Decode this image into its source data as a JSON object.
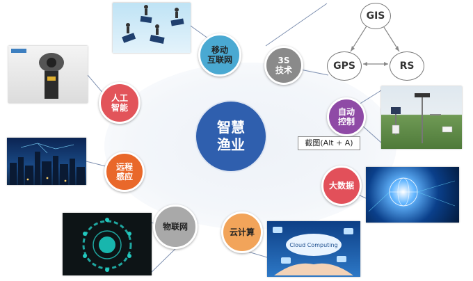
{
  "center": {
    "label": "智慧\n渔业",
    "color": "#2f5fae"
  },
  "nodes": [
    {
      "id": "mobile-internet",
      "label": "移动\n互联网",
      "color": "#4aa9d2",
      "text_color": "#222222"
    },
    {
      "id": "3s-tech",
      "label": "3S\n技术",
      "color": "#8a8a8a",
      "text_color": "#ffffff"
    },
    {
      "id": "auto-control",
      "label": "自动\n控制",
      "color": "#8f4aa6",
      "text_color": "#ffffff"
    },
    {
      "id": "big-data",
      "label": "大数据",
      "color": "#e2505a",
      "text_color": "#ffffff"
    },
    {
      "id": "cloud-computing",
      "label": "云计算",
      "color": "#f2a45a",
      "text_color": "#222222"
    },
    {
      "id": "iot",
      "label": "物联网",
      "color": "#a9a9a9",
      "text_color": "#222222"
    },
    {
      "id": "remote-sensing",
      "label": "远程\n感应",
      "color": "#e9682a",
      "text_color": "#ffffff"
    },
    {
      "id": "ai",
      "label": "人工\n智能",
      "color": "#e2545a",
      "text_color": "#ffffff"
    }
  ],
  "gis_diagram": {
    "gis": "GIS",
    "gps": "GPS",
    "rs": "RS"
  },
  "tooltip": "截图(Alt + A)",
  "cloud_text": "Cloud Computing"
}
